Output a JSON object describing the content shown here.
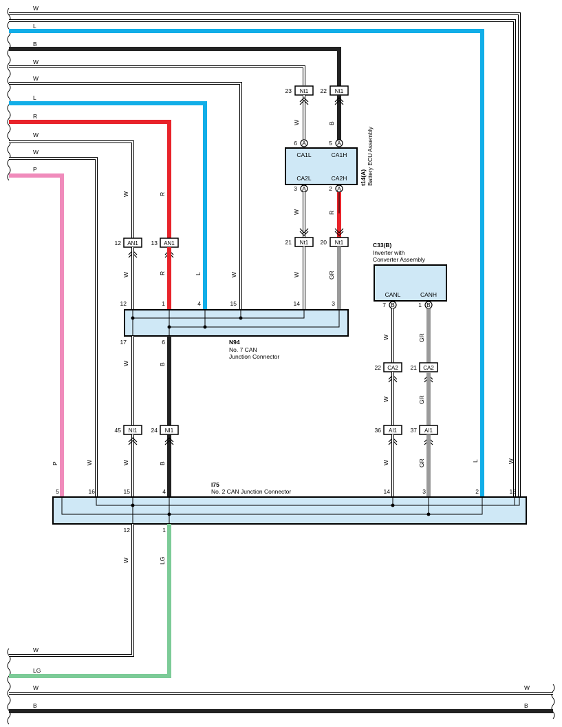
{
  "colors": {
    "W": "#ffffff",
    "L": "#12aee8",
    "B": "#222222",
    "R": "#e8232a",
    "P": "#f08bbb",
    "GR": "#9a9a9a",
    "LG": "#7ccb97",
    "box_fill": "#cfe8f6"
  },
  "left_wire_labels": [
    "W",
    "L",
    "B",
    "W",
    "W",
    "L",
    "R",
    "W",
    "W",
    "P"
  ],
  "bottom_wire_labels": [
    "W",
    "LG",
    "W",
    "B"
  ],
  "bottom_right_labels": [
    "W",
    "B"
  ],
  "connectors": {
    "nt1": "Nt1",
    "an1": "AN1",
    "ni1": "NI1",
    "ca2": "CA2",
    "ai1": "AI1"
  },
  "nt1_pins": {
    "top_w": "23",
    "top_b": "22",
    "mid_w": "21",
    "mid_r": "20"
  },
  "an1_pins": {
    "w": "12",
    "r": "13"
  },
  "ni1_pins": {
    "w": "45",
    "b": "24"
  },
  "ca2_pins": {
    "w": "22",
    "gr": "21"
  },
  "ai1_pins": {
    "w": "36",
    "gr": "37"
  },
  "battery_ecu": {
    "code": "t14(A)",
    "name": "Battery ECU Assembly",
    "terminal_letter": "A",
    "pin_ca1l": "6",
    "pin_ca1h": "5",
    "pin_ca2l": "3",
    "pin_ca2h": "2",
    "ca1l": "CA1L",
    "ca1h": "CA1H",
    "ca2l": "CA2L",
    "ca2h": "CA2H"
  },
  "inverter": {
    "code": "C33(B)",
    "name_line1": "Inverter with",
    "name_line2": "Converter Assembly",
    "terminal_letter": "B",
    "canl": "CANL",
    "canh": "CANH",
    "pin_canl": "7",
    "pin_canh": "1"
  },
  "n94": {
    "code": "N94",
    "name_line1": "No.  7 CAN",
    "name_line2": "Junction Connector",
    "top_pins": [
      "12",
      "1",
      "4",
      "15",
      "14",
      "3"
    ],
    "bottom_pins": [
      "17",
      "6"
    ]
  },
  "i75": {
    "code": "I75",
    "name": "No.  2 CAN Junction Connector",
    "top_pins": [
      "5",
      "16",
      "15",
      "4",
      "14",
      "3",
      "2",
      "13"
    ],
    "bottom_pins": [
      "12",
      "1"
    ]
  },
  "vertical_wire_labels": {
    "an1_w_above": "W",
    "an1_r_above": "R",
    "an1_w_below": "W",
    "an1_r_below": "R",
    "l_to_n94": "L",
    "w_to_n94": "W",
    "ecu_w_above": "W",
    "ecu_b_above": "B",
    "ecu_w_below": "W",
    "ecu_r_below": "R",
    "nt1_w_below": "W",
    "nt1_gr_below": "GR",
    "n94_w_below": "W",
    "n94_b_below": "B",
    "ni1_p": "P",
    "ni1_w16": "W",
    "ni1_w": "W",
    "ni1_b": "B",
    "inv_w1": "W",
    "inv_gr1": "GR",
    "inv_w2": "W",
    "inv_gr2": "GR",
    "inv_w3": "W",
    "inv_gr3": "GR",
    "right_l": "L",
    "right_w": "W",
    "i75_w_below": "W",
    "i75_lg_below": "LG"
  }
}
